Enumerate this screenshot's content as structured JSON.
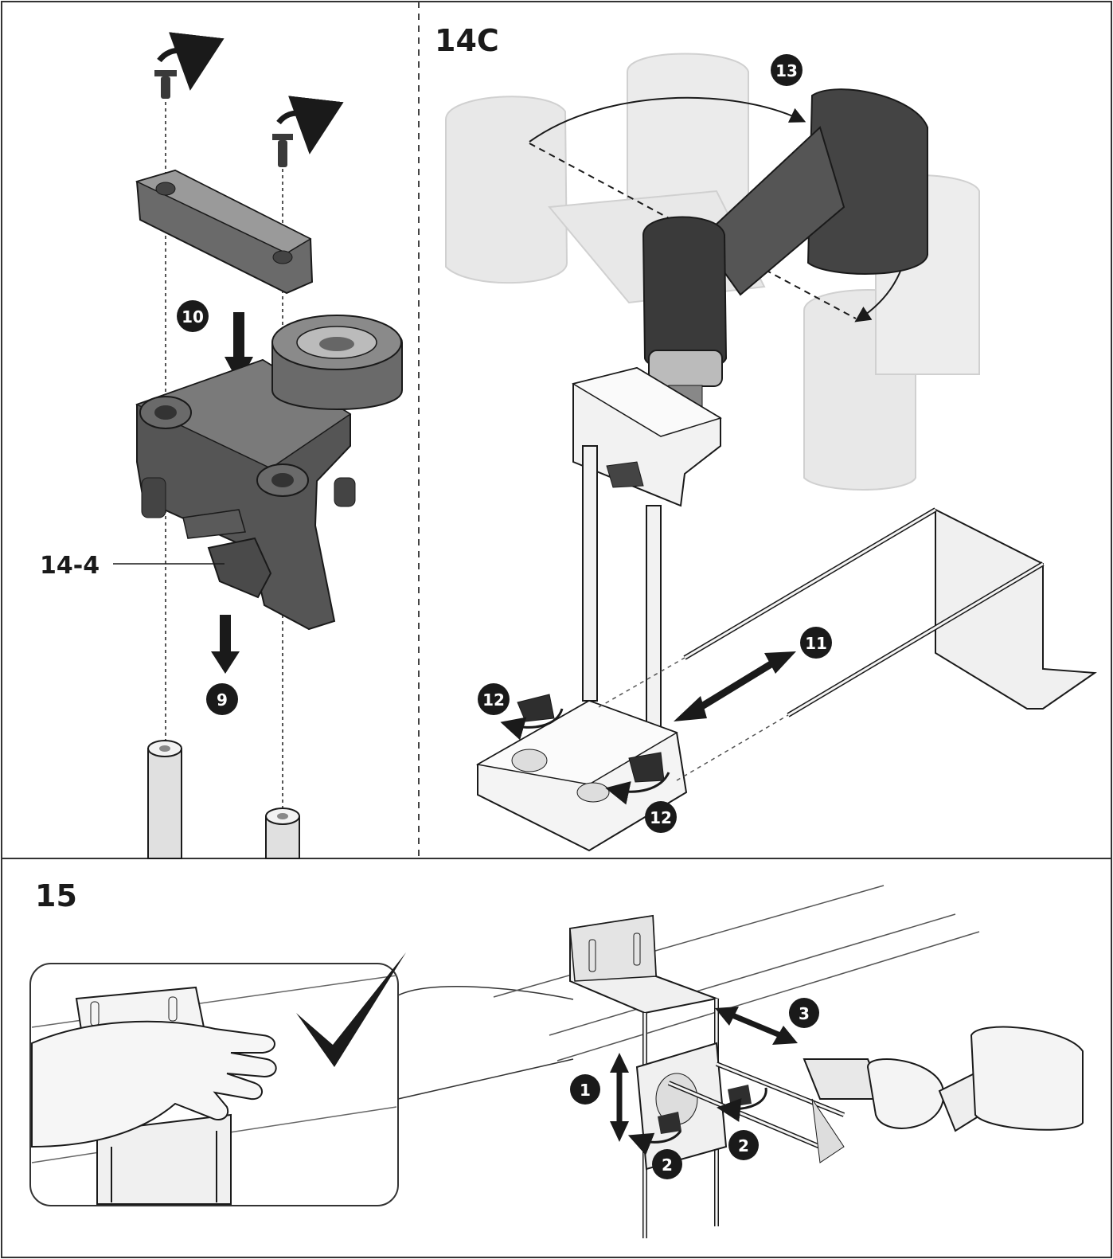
{
  "panels": {
    "left": {
      "callout_label": "14-4"
    },
    "right": {
      "step_title": "14C"
    },
    "bottom": {
      "step_title": "15"
    }
  },
  "callouts": {
    "c9": "9",
    "c10": "10",
    "c11": "11",
    "c12a": "12",
    "c12b": "12",
    "c13": "13",
    "c1": "1",
    "c2a": "2",
    "c2b": "2",
    "c3": "3"
  },
  "colors": {
    "ink": "#1a1a1a",
    "part_dark": "#4a4a4a",
    "part_mid": "#8a8a8a",
    "part_light": "#d8d8d8",
    "ghost": "#e6e6e6"
  },
  "icons": [
    "check-mark-icon",
    "rotate-arrow-icon",
    "down-arrow-icon",
    "double-arrow-icon"
  ]
}
